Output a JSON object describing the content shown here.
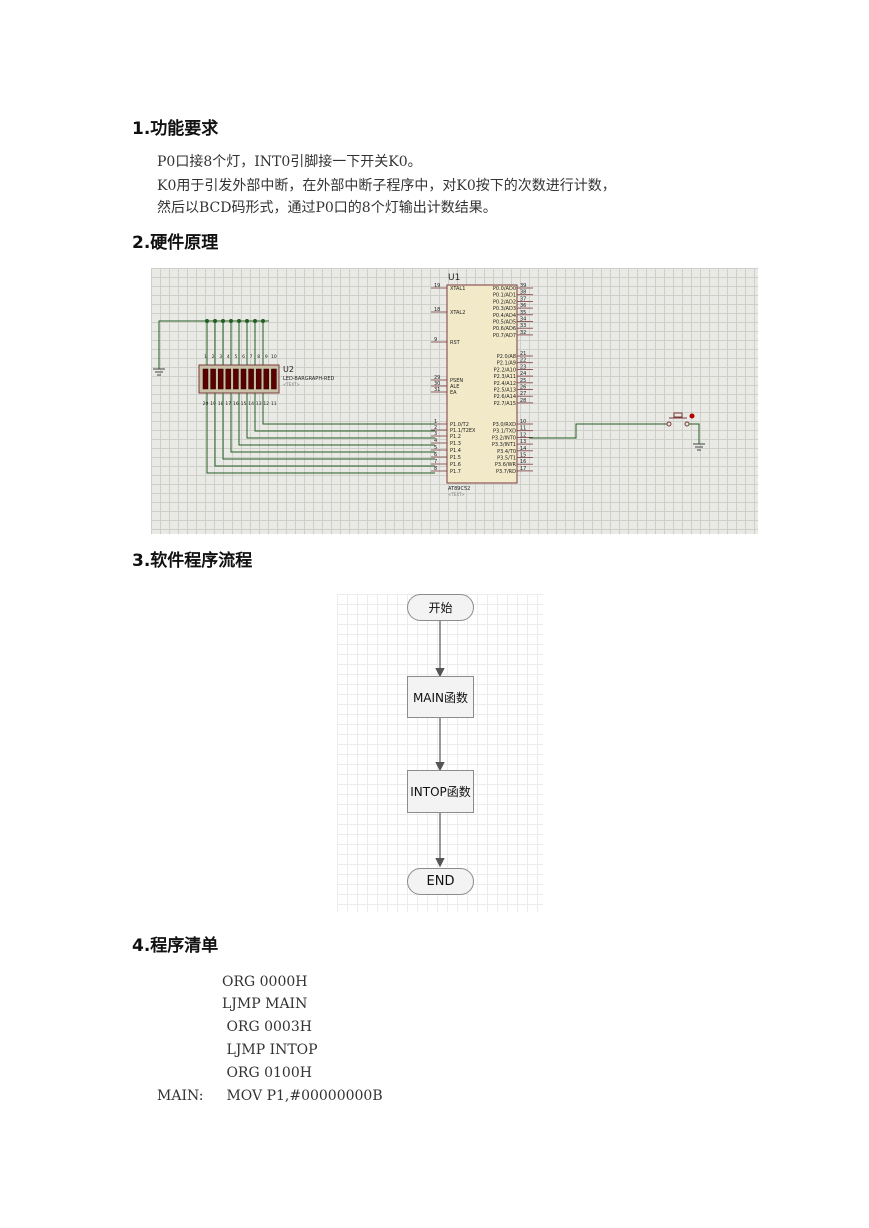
{
  "sections": [
    {
      "title": "1.功能要求"
    },
    {
      "title": "2.硬件原理"
    },
    {
      "title": "3.软件程序流程"
    },
    {
      "title": "4.程序清单"
    }
  ],
  "requirements": [
    "P0口接8个灯，INT0引脚接一下开关K0。",
    "K0用于引发外部中断，在外部中断子程序中，对K0按下的次数进行计数，",
    "然后以BCD码形式，通过P0口的8个灯输出计数结果。"
  ],
  "schematic": {
    "mcu": {
      "ref": "U1",
      "part": "AT89C52",
      "text_tag": "<TEXT>",
      "left_pins": [
        {
          "num": "19",
          "name": "XTAL1"
        },
        {
          "num": "18",
          "name": "XTAL2"
        },
        {
          "num": "9",
          "name": "RST"
        },
        {
          "num": "29",
          "name": "PSEN"
        },
        {
          "num": "30",
          "name": "ALE"
        },
        {
          "num": "31",
          "name": "EA"
        },
        {
          "num": "1",
          "name": "P1.0/T2"
        },
        {
          "num": "2",
          "name": "P1.1/T2EX"
        },
        {
          "num": "3",
          "name": "P1.2"
        },
        {
          "num": "4",
          "name": "P1.3"
        },
        {
          "num": "5",
          "name": "P1.4"
        },
        {
          "num": "6",
          "name": "P1.5"
        },
        {
          "num": "7",
          "name": "P1.6"
        },
        {
          "num": "8",
          "name": "P1.7"
        }
      ],
      "right_pins": [
        {
          "num": "39",
          "name": "P0.0/AD0"
        },
        {
          "num": "38",
          "name": "P0.1/AD1"
        },
        {
          "num": "37",
          "name": "P0.2/AD2"
        },
        {
          "num": "36",
          "name": "P0.3/AD3"
        },
        {
          "num": "35",
          "name": "P0.4/AD4"
        },
        {
          "num": "34",
          "name": "P0.5/AD5"
        },
        {
          "num": "33",
          "name": "P0.6/AD6"
        },
        {
          "num": "32",
          "name": "P0.7/AD7"
        },
        {
          "num": "21",
          "name": "P2.0/A8"
        },
        {
          "num": "22",
          "name": "P2.1/A9"
        },
        {
          "num": "23",
          "name": "P2.2/A10"
        },
        {
          "num": "24",
          "name": "P2.3/A11"
        },
        {
          "num": "25",
          "name": "P2.4/A12"
        },
        {
          "num": "26",
          "name": "P2.5/A13"
        },
        {
          "num": "27",
          "name": "P2.6/A14"
        },
        {
          "num": "28",
          "name": "P2.7/A15"
        },
        {
          "num": "10",
          "name": "P3.0/RXD"
        },
        {
          "num": "11",
          "name": "P3.1/TXD"
        },
        {
          "num": "12",
          "name": "P3.2/INT0"
        },
        {
          "num": "13",
          "name": "P3.3/INT1"
        },
        {
          "num": "14",
          "name": "P3.4/T0"
        },
        {
          "num": "15",
          "name": "P3.5/T1"
        },
        {
          "num": "16",
          "name": "P3.6/WR"
        },
        {
          "num": "17",
          "name": "P3.7/RD"
        }
      ]
    },
    "bargraph": {
      "ref": "U2",
      "part": "LED-BARGRAPH-RED",
      "text_tag": "<TEXT>",
      "top_pins": [
        "1",
        "2",
        "3",
        "4",
        "5",
        "6",
        "7",
        "8",
        "9",
        "10"
      ],
      "bottom_pins": [
        "20",
        "19",
        "18",
        "17",
        "16",
        "15",
        "14",
        "13",
        "12",
        "11"
      ]
    }
  },
  "flowchart": {
    "nodes": [
      "开始",
      "MAIN函数",
      "INTOP函数",
      "END"
    ]
  },
  "program": [
    {
      "label": "",
      "code": "ORG 0000H"
    },
    {
      "label": "",
      "code": "LJMP MAIN"
    },
    {
      "label": "",
      "code": " ORG 0003H"
    },
    {
      "label": "",
      "code": " LJMP INTOP"
    },
    {
      "label": "",
      "code": " ORG 0100H"
    },
    {
      "label": "MAIN:",
      "code": " MOV P1,#00000000B"
    }
  ]
}
